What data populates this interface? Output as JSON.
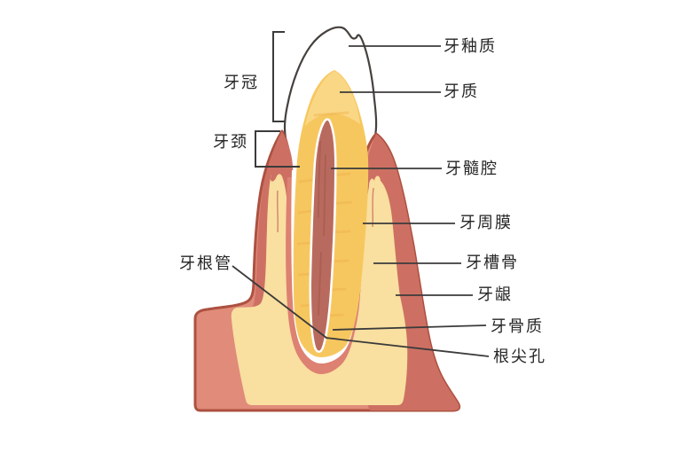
{
  "figure": {
    "title": "tooth-anatomy-cross-section",
    "labels_right": [
      {
        "id": "enamel",
        "text": "牙釉质"
      },
      {
        "id": "dentin",
        "text": "牙质"
      },
      {
        "id": "pulp-cavity",
        "text": "牙髓腔"
      },
      {
        "id": "periodontal-membrane",
        "text": "牙周膜"
      },
      {
        "id": "alveolar-bone",
        "text": "牙槽骨"
      },
      {
        "id": "gingiva",
        "text": "牙龈"
      },
      {
        "id": "cementum",
        "text": "牙骨质"
      },
      {
        "id": "apical-foramen",
        "text": "根尖孔"
      }
    ],
    "labels_left": [
      {
        "id": "crown",
        "text": "牙冠"
      },
      {
        "id": "neck",
        "text": "牙颈"
      },
      {
        "id": "root-canal",
        "text": "牙根管"
      }
    ],
    "colors": {
      "background": "#ffffff",
      "enamel_fill": "#ffffff",
      "enamel_outline": "#46413e",
      "gum_base": "#e18b7a",
      "gum_papilla": "#cd7063",
      "gum_outline": "#ac5140",
      "alveolar_bone": "#f9dfa0",
      "periodontal_membrane": "#dd8172",
      "dentin_gold": "#f7c75f",
      "dentin_light": "#fad98c",
      "pulp_red": "#b96a5e",
      "label_line": "#3b3b3b",
      "label_text": "#262626"
    }
  }
}
